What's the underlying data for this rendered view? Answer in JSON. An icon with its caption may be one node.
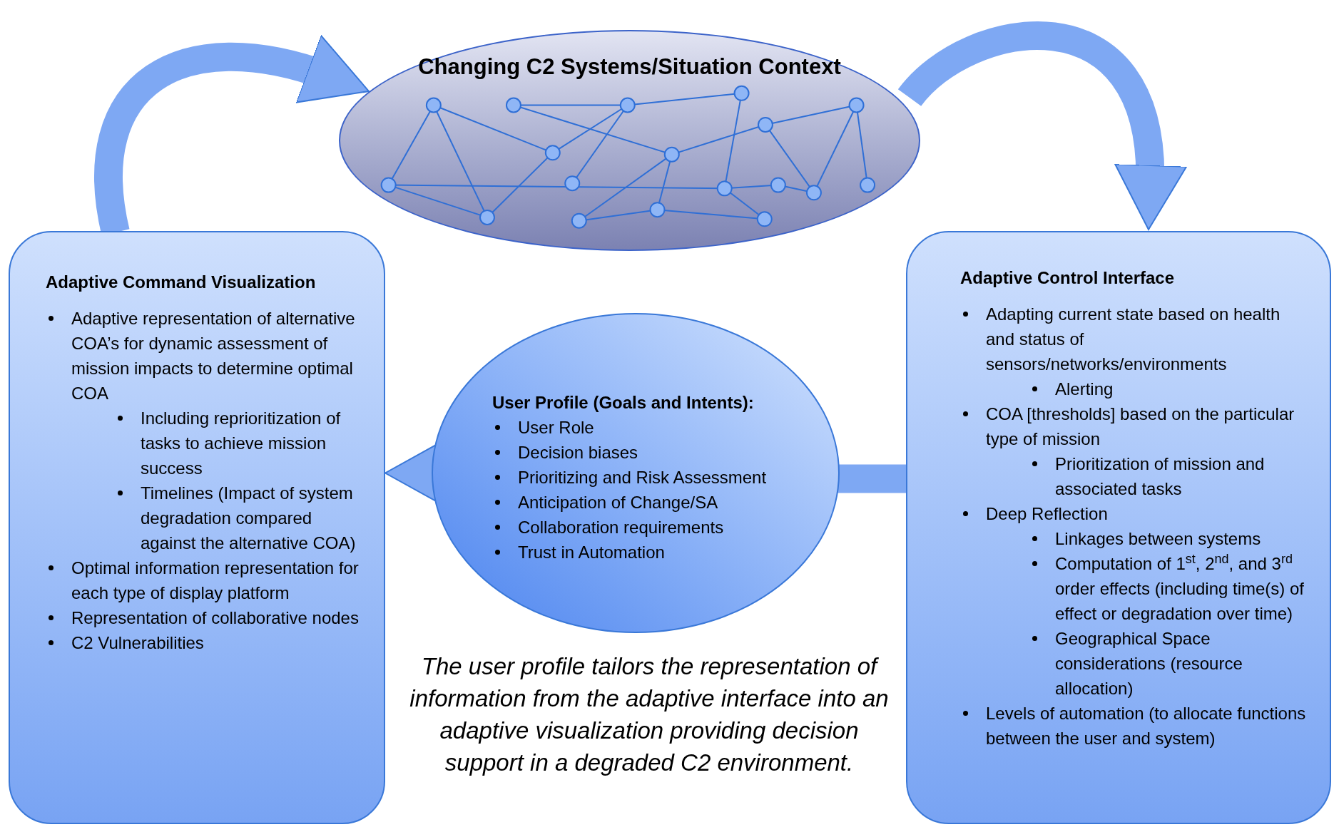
{
  "diagram": {
    "nodes": [
      {
        "text": [
          "Changing C2 Systems/Situation Context"
        ]
      },
      {
        "text": [
          "Adaptive Command Visualization",
          "Adaptive representation of alternative COA’s for dynamic assessment of mission impacts to determine optimal COA",
          "Including reprioritization of tasks to achieve mission success",
          "Timelines  (Impact of system degradation compared against the alternative COA)",
          "Optimal information representation for each type of display platform",
          "Representation of collaborative nodes",
          "C2 Vulnerabilities"
        ]
      },
      {
        "text": [
          "User Profile (Goals and Intents):",
          "User Role",
          "Decision  biases",
          "Prioritizing and Risk Assessment",
          "Anticipation of Change/SA",
          "Collaboration requirements",
          "Trust in Automation"
        ]
      },
      {
        "text": [
          "Adaptive Control Interface",
          "Adapting current state based on health and status of sensors/networks/environments",
          "Alerting",
          "COA [thresholds] based on the particular type of mission",
          "Prioritization of mission and associated tasks",
          "Deep Reflection",
          "Linkages between systems",
          "Computation of 1$^{st}$, 2$^{nd}$, and 3$^{rd}$ order effects (including time(s) of effect or degradation over time)",
          "Geographical Space considerations (resource allocation)",
          "Levels of automation (to allocate functions between the user and system)"
        ]
      }
    ],
    "edges": [
      {
        "from": 1,
        "to": 0,
        "arrow": "to"
      },
      {
        "from": 0,
        "to": 3,
        "arrow": "to"
      },
      {
        "from": 2,
        "to": 1,
        "arrow": "to"
      },
      {
        "from": 3,
        "to": 2,
        "arrow": "none"
      }
    ],
    "labels": [
      "The user profile tailors the representation of information from the adaptive interface into an adaptive visualization providing decision support in a degraded C2 environment."
    ]
  }
}
